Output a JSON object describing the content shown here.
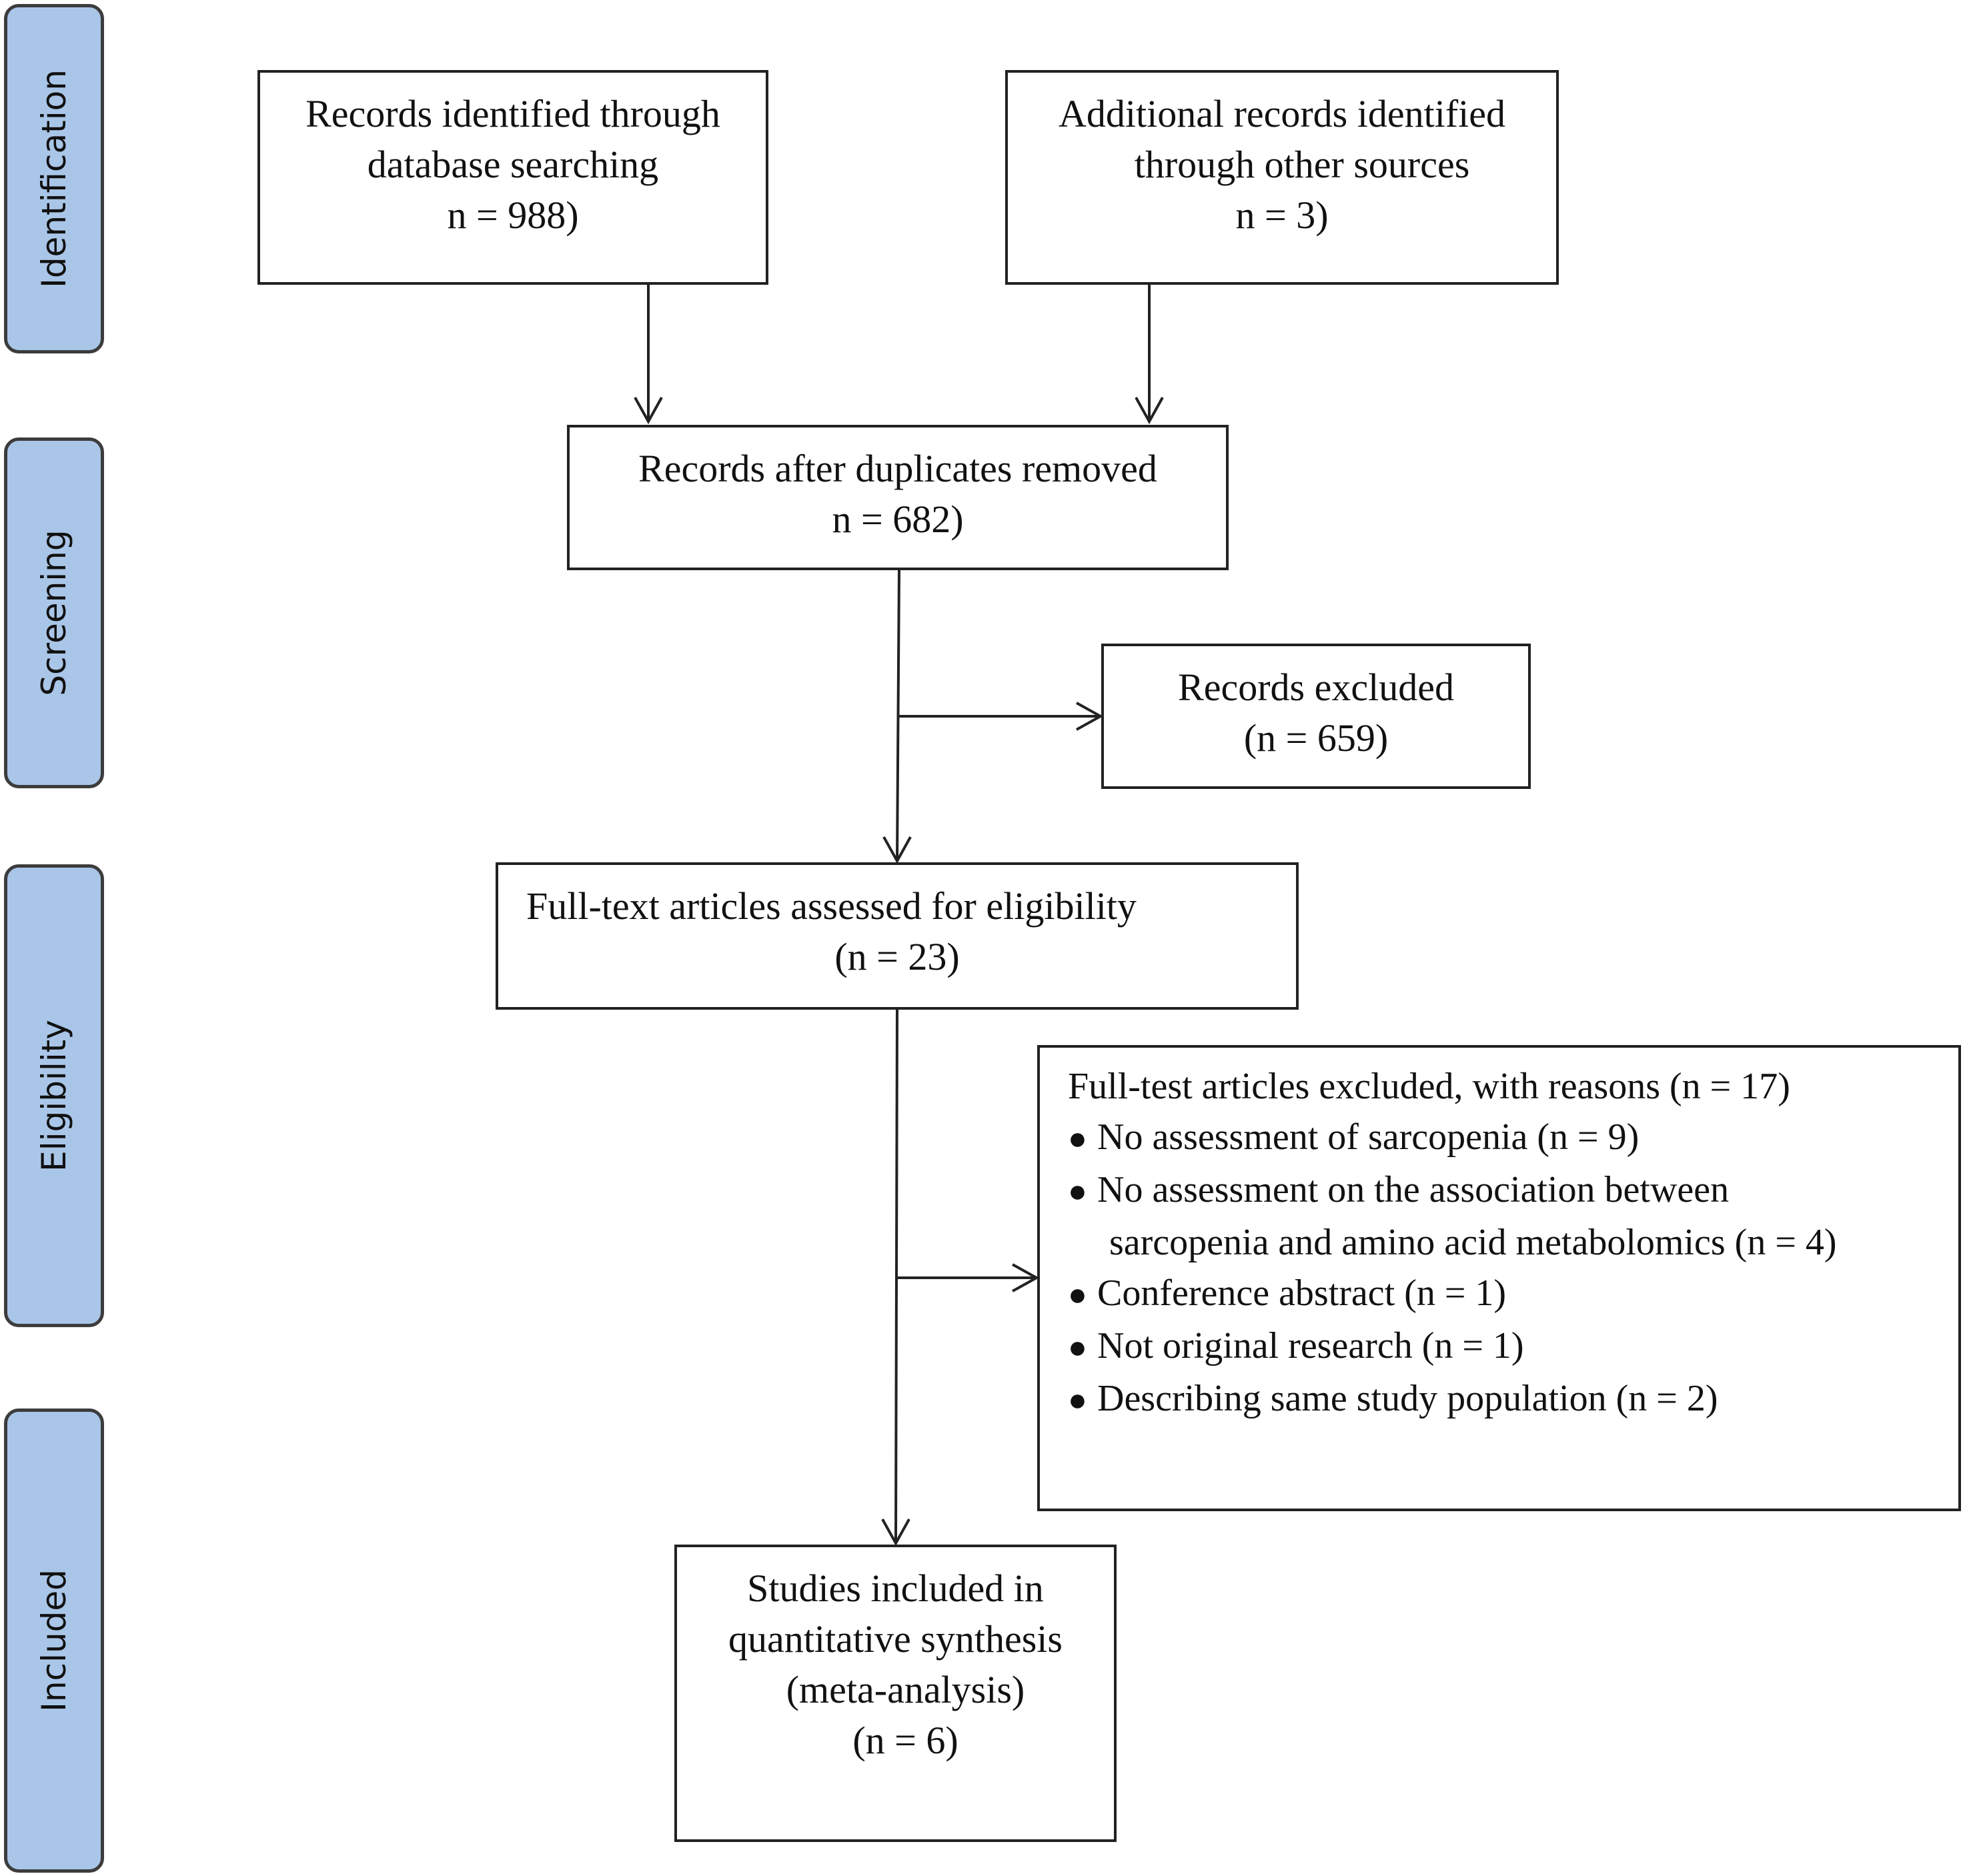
{
  "phases": {
    "identification": "Identification",
    "screening": "Screening",
    "eligibility": "Eligibility",
    "included": "Included"
  },
  "boxes": {
    "database_records": {
      "lines": [
        "Records identified through",
        "database searching",
        "n = 988)"
      ]
    },
    "other_records": {
      "lines": [
        "Additional records identified",
        "through other sources",
        "n = 3)"
      ]
    },
    "after_duplicates": {
      "lines": [
        "Records after duplicates removed",
        "n = 682)"
      ]
    },
    "records_excluded": {
      "lines": [
        "Records excluded",
        "(n = 659)"
      ]
    },
    "full_text_assessed": {
      "lines": [
        "Full-text articles assessed for eligibility",
        "(n = 23)"
      ]
    },
    "full_text_excluded": {
      "title": "Full-test articles excluded, with reasons (n = 17)",
      "reasons": [
        "No assessment of sarcopenia (n = 9)",
        "No assessment on the association between",
        "sarcopenia and amino acid metabolomics (n = 4)",
        "Conference abstract (n = 1)",
        "Not original research (n = 1)",
        "Describing same study population (n = 2)"
      ]
    },
    "studies_included": {
      "lines": [
        "Studies included in",
        "quantitative synthesis",
        "(meta-analysis)",
        "(n = 6)"
      ]
    }
  }
}
